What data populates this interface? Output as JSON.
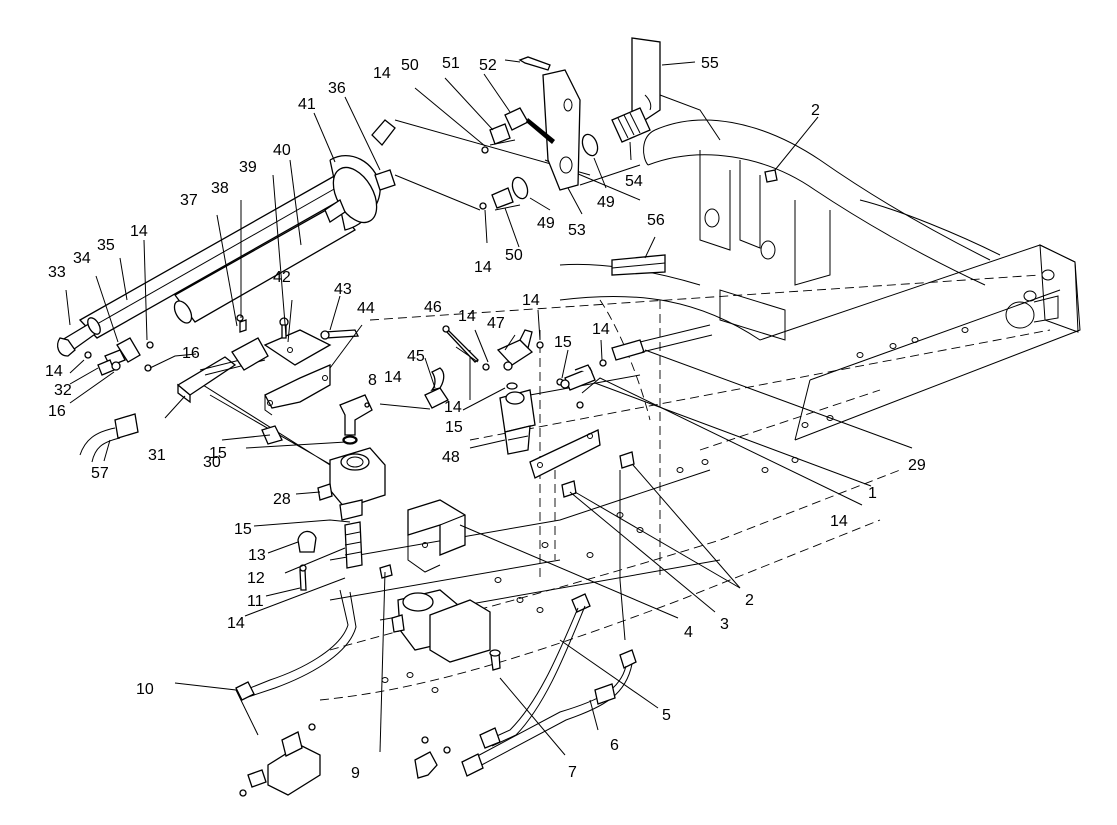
{
  "figure": {
    "background": "#ffffff",
    "ink": "#000000"
  },
  "callouts": [
    {
      "id": "c1",
      "text": "1"
    },
    {
      "id": "c2a",
      "text": "2"
    },
    {
      "id": "c2b",
      "text": "2"
    },
    {
      "id": "c3",
      "text": "3"
    },
    {
      "id": "c4",
      "text": "4"
    },
    {
      "id": "c5",
      "text": "5"
    },
    {
      "id": "c6",
      "text": "6"
    },
    {
      "id": "c7",
      "text": "7"
    },
    {
      "id": "c8",
      "text": "8"
    },
    {
      "id": "c9",
      "text": "9"
    },
    {
      "id": "c10",
      "text": "10"
    },
    {
      "id": "c11",
      "text": "11"
    },
    {
      "id": "c12",
      "text": "12"
    },
    {
      "id": "c13",
      "text": "13"
    },
    {
      "id": "c14a",
      "text": "14"
    },
    {
      "id": "c14b",
      "text": "14"
    },
    {
      "id": "c14c",
      "text": "14"
    },
    {
      "id": "c14d",
      "text": "14"
    },
    {
      "id": "c14e",
      "text": "14"
    },
    {
      "id": "c14f",
      "text": "14"
    },
    {
      "id": "c14g",
      "text": "14"
    },
    {
      "id": "c14h",
      "text": "14"
    },
    {
      "id": "c14i",
      "text": "14"
    },
    {
      "id": "c14j",
      "text": "14"
    },
    {
      "id": "c14k",
      "text": "14"
    },
    {
      "id": "c15a",
      "text": "15"
    },
    {
      "id": "c15b",
      "text": "15"
    },
    {
      "id": "c15c",
      "text": "15"
    },
    {
      "id": "c15d",
      "text": "15"
    },
    {
      "id": "c16a",
      "text": "16"
    },
    {
      "id": "c16b",
      "text": "16"
    },
    {
      "id": "c28",
      "text": "28"
    },
    {
      "id": "c29",
      "text": "29"
    },
    {
      "id": "c30",
      "text": "30"
    },
    {
      "id": "c31",
      "text": "31"
    },
    {
      "id": "c32",
      "text": "32"
    },
    {
      "id": "c33",
      "text": "33"
    },
    {
      "id": "c34",
      "text": "34"
    },
    {
      "id": "c35",
      "text": "35"
    },
    {
      "id": "c36",
      "text": "36"
    },
    {
      "id": "c37",
      "text": "37"
    },
    {
      "id": "c38",
      "text": "38"
    },
    {
      "id": "c39",
      "text": "39"
    },
    {
      "id": "c40",
      "text": "40"
    },
    {
      "id": "c41",
      "text": "41"
    },
    {
      "id": "c42",
      "text": "42"
    },
    {
      "id": "c43",
      "text": "43"
    },
    {
      "id": "c44",
      "text": "44"
    },
    {
      "id": "c45",
      "text": "45"
    },
    {
      "id": "c46",
      "text": "46"
    },
    {
      "id": "c47",
      "text": "47"
    },
    {
      "id": "c48",
      "text": "48"
    },
    {
      "id": "c49a",
      "text": "49"
    },
    {
      "id": "c49b",
      "text": "49"
    },
    {
      "id": "c50a",
      "text": "50"
    },
    {
      "id": "c50b",
      "text": "50"
    },
    {
      "id": "c51",
      "text": "51"
    },
    {
      "id": "c52",
      "text": "52"
    },
    {
      "id": "c53",
      "text": "53"
    },
    {
      "id": "c54",
      "text": "54"
    },
    {
      "id": "c55",
      "text": "55"
    },
    {
      "id": "c56",
      "text": "56"
    },
    {
      "id": "c57",
      "text": "57"
    }
  ]
}
